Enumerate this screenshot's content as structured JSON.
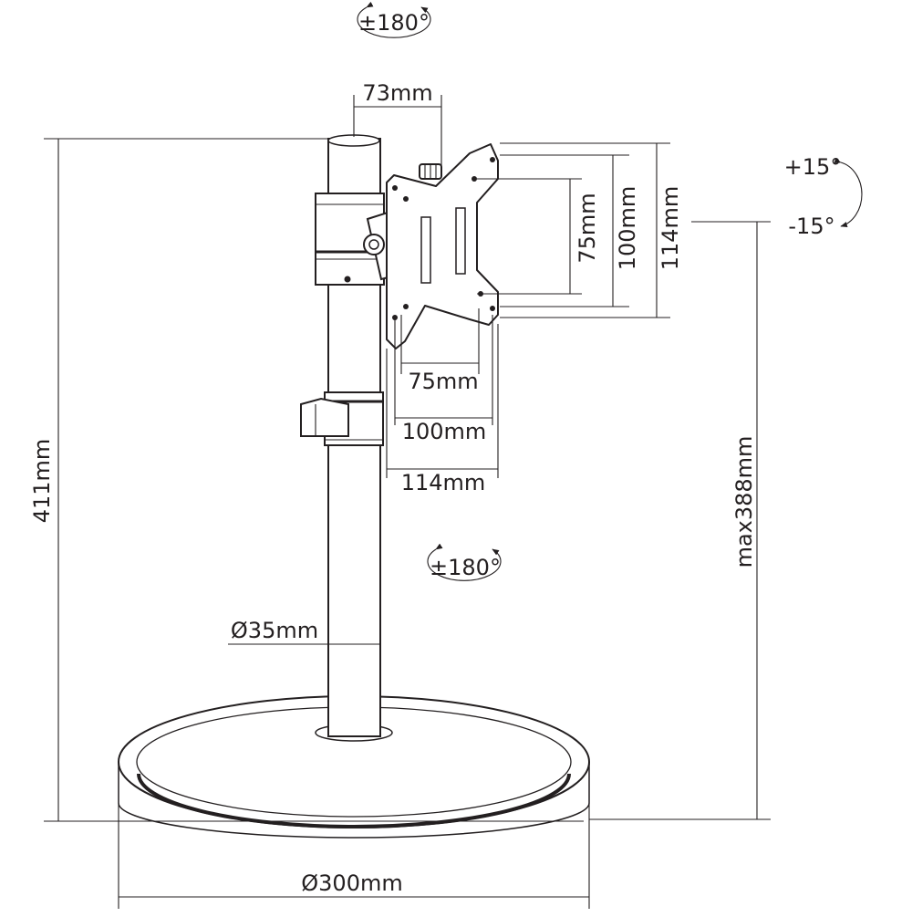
{
  "diagram": {
    "labels": {
      "top_rotation": "±180°",
      "pole_offset": "73mm",
      "tilt_up": "+15°",
      "tilt_down": "-15°",
      "vesa_v_75": "75mm",
      "vesa_v_100": "100mm",
      "vesa_v_114": "114mm",
      "vesa_h_75": "75mm",
      "vesa_h_100": "100mm",
      "vesa_h_114": "114mm",
      "total_height": "411mm",
      "max_height": "max388mm",
      "swivel_rotation": "±180°",
      "pole_diameter": "Ø35mm",
      "base_diameter": "Ø300mm"
    }
  }
}
